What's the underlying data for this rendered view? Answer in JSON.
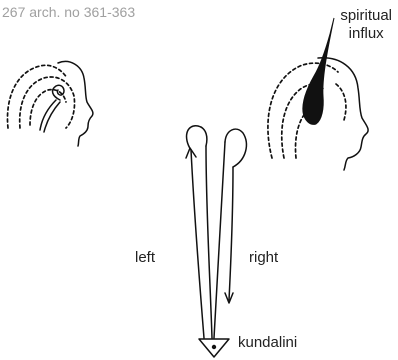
{
  "header": {
    "archive_ref": "267 arch. no 361-363"
  },
  "labels": {
    "spiritual_line1": "spiritual",
    "spiritual_line2": "influx",
    "left": "left",
    "right": "right",
    "kundalini": "kundalini"
  }
}
